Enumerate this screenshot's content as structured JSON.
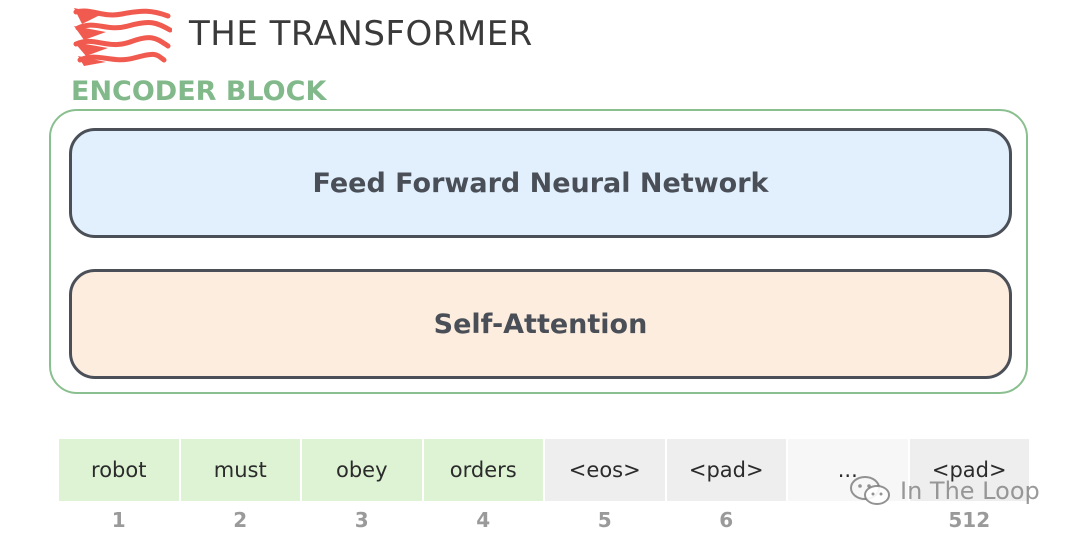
{
  "header": {
    "title": "THE TRANSFORMER",
    "logo_icon": "flame-logo-icon",
    "logo_color": "#f05a4f"
  },
  "encoder": {
    "label": "ENCODER BLOCK",
    "label_color": "#82b98a",
    "layers": {
      "ffn": {
        "label": "Feed Forward Neural Network",
        "fill": "#e2f0fd"
      },
      "attention": {
        "label": "Self-Attention",
        "fill": "#fdeddf"
      }
    }
  },
  "tokens": [
    {
      "text": "robot",
      "position": "1"
    },
    {
      "text": "must",
      "position": "2"
    },
    {
      "text": "obey",
      "position": "3"
    },
    {
      "text": "orders",
      "position": "4"
    },
    {
      "text": "<eos>",
      "position": "5"
    },
    {
      "text": "<pad>",
      "position": "6"
    },
    {
      "text": "...",
      "position": ""
    },
    {
      "text": "<pad>",
      "position": "512"
    }
  ],
  "watermark": {
    "text": "In The Loop",
    "icon": "wechat-icon"
  }
}
